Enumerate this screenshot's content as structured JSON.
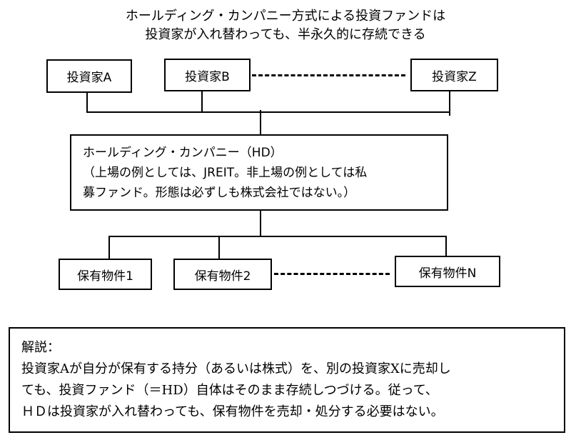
{
  "title": {
    "line1": "ホールディング・カンパニー方式による投資ファンドは",
    "line2": "投資家が入れ替わっても、半永久的に存続できる"
  },
  "investors": [
    "投資家A",
    "投資家B",
    "投資家Z"
  ],
  "holding_company": {
    "line1": "ホールディング・カンパニー（HD）",
    "line2": "（上場の例としては、JREIT。非上場の例としては私",
    "line3": "募ファンド。形態は必ずしも株式会社ではない。）"
  },
  "properties": [
    "保有物件1",
    "保有物件2",
    "保有物件N"
  ],
  "explanation": {
    "heading": "解説：",
    "line1": "投資家Aが自分が保有する持分（あるいは株式）を、別の投資家Xに売却し",
    "line2": "ても、投資ファンド（＝HD）自体はそのまま存続しつづける。従って、",
    "line3": "ＨＤは投資家が入れ替わっても、保有物件を売却・処分する必要はない。"
  }
}
